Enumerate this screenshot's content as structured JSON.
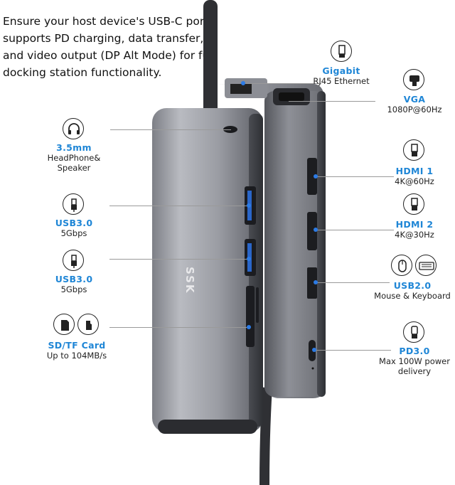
{
  "intro": "Ensure your host device's USB-C port supports PD charging, data transfer, and video output (DP Alt Mode) for full docking station functionality.",
  "brand": "SSK",
  "accent_color": "#1f86d6",
  "left_ports": [
    {
      "title": "3.5mm",
      "sub": "HeadPhone& Speaker",
      "icons": [
        "headphones-icon"
      ]
    },
    {
      "title": "USB3.0",
      "sub": "5Gbps",
      "icons": [
        "usb-plug-icon"
      ]
    },
    {
      "title": "USB3.0",
      "sub": "5Gbps",
      "icons": [
        "usb-plug-icon"
      ]
    },
    {
      "title": "SD/TF Card",
      "sub": "Up to 104MB/s",
      "icons": [
        "sd-card-icon",
        "tf-card-icon"
      ]
    }
  ],
  "right_ports": [
    {
      "title": "Gigabit",
      "sub": "RJ45 Ethernet",
      "icons": [
        "ethernet-plug-icon"
      ]
    },
    {
      "title": "VGA",
      "sub": "1080P@60Hz",
      "icons": [
        "vga-plug-icon"
      ]
    },
    {
      "title": "HDMI 1",
      "sub": "4K@60Hz",
      "icons": [
        "hdmi-plug-icon"
      ]
    },
    {
      "title": "HDMI 2",
      "sub": "4K@30Hz",
      "icons": [
        "hdmi-plug-icon"
      ]
    },
    {
      "title": "USB2.0",
      "sub": "Mouse & Keyboard",
      "icons": [
        "mouse-icon",
        "keyboard-icon"
      ]
    },
    {
      "title": "PD3.0",
      "sub": "Max 100W power delivery",
      "icons": [
        "usb-c-plug-icon"
      ]
    }
  ]
}
